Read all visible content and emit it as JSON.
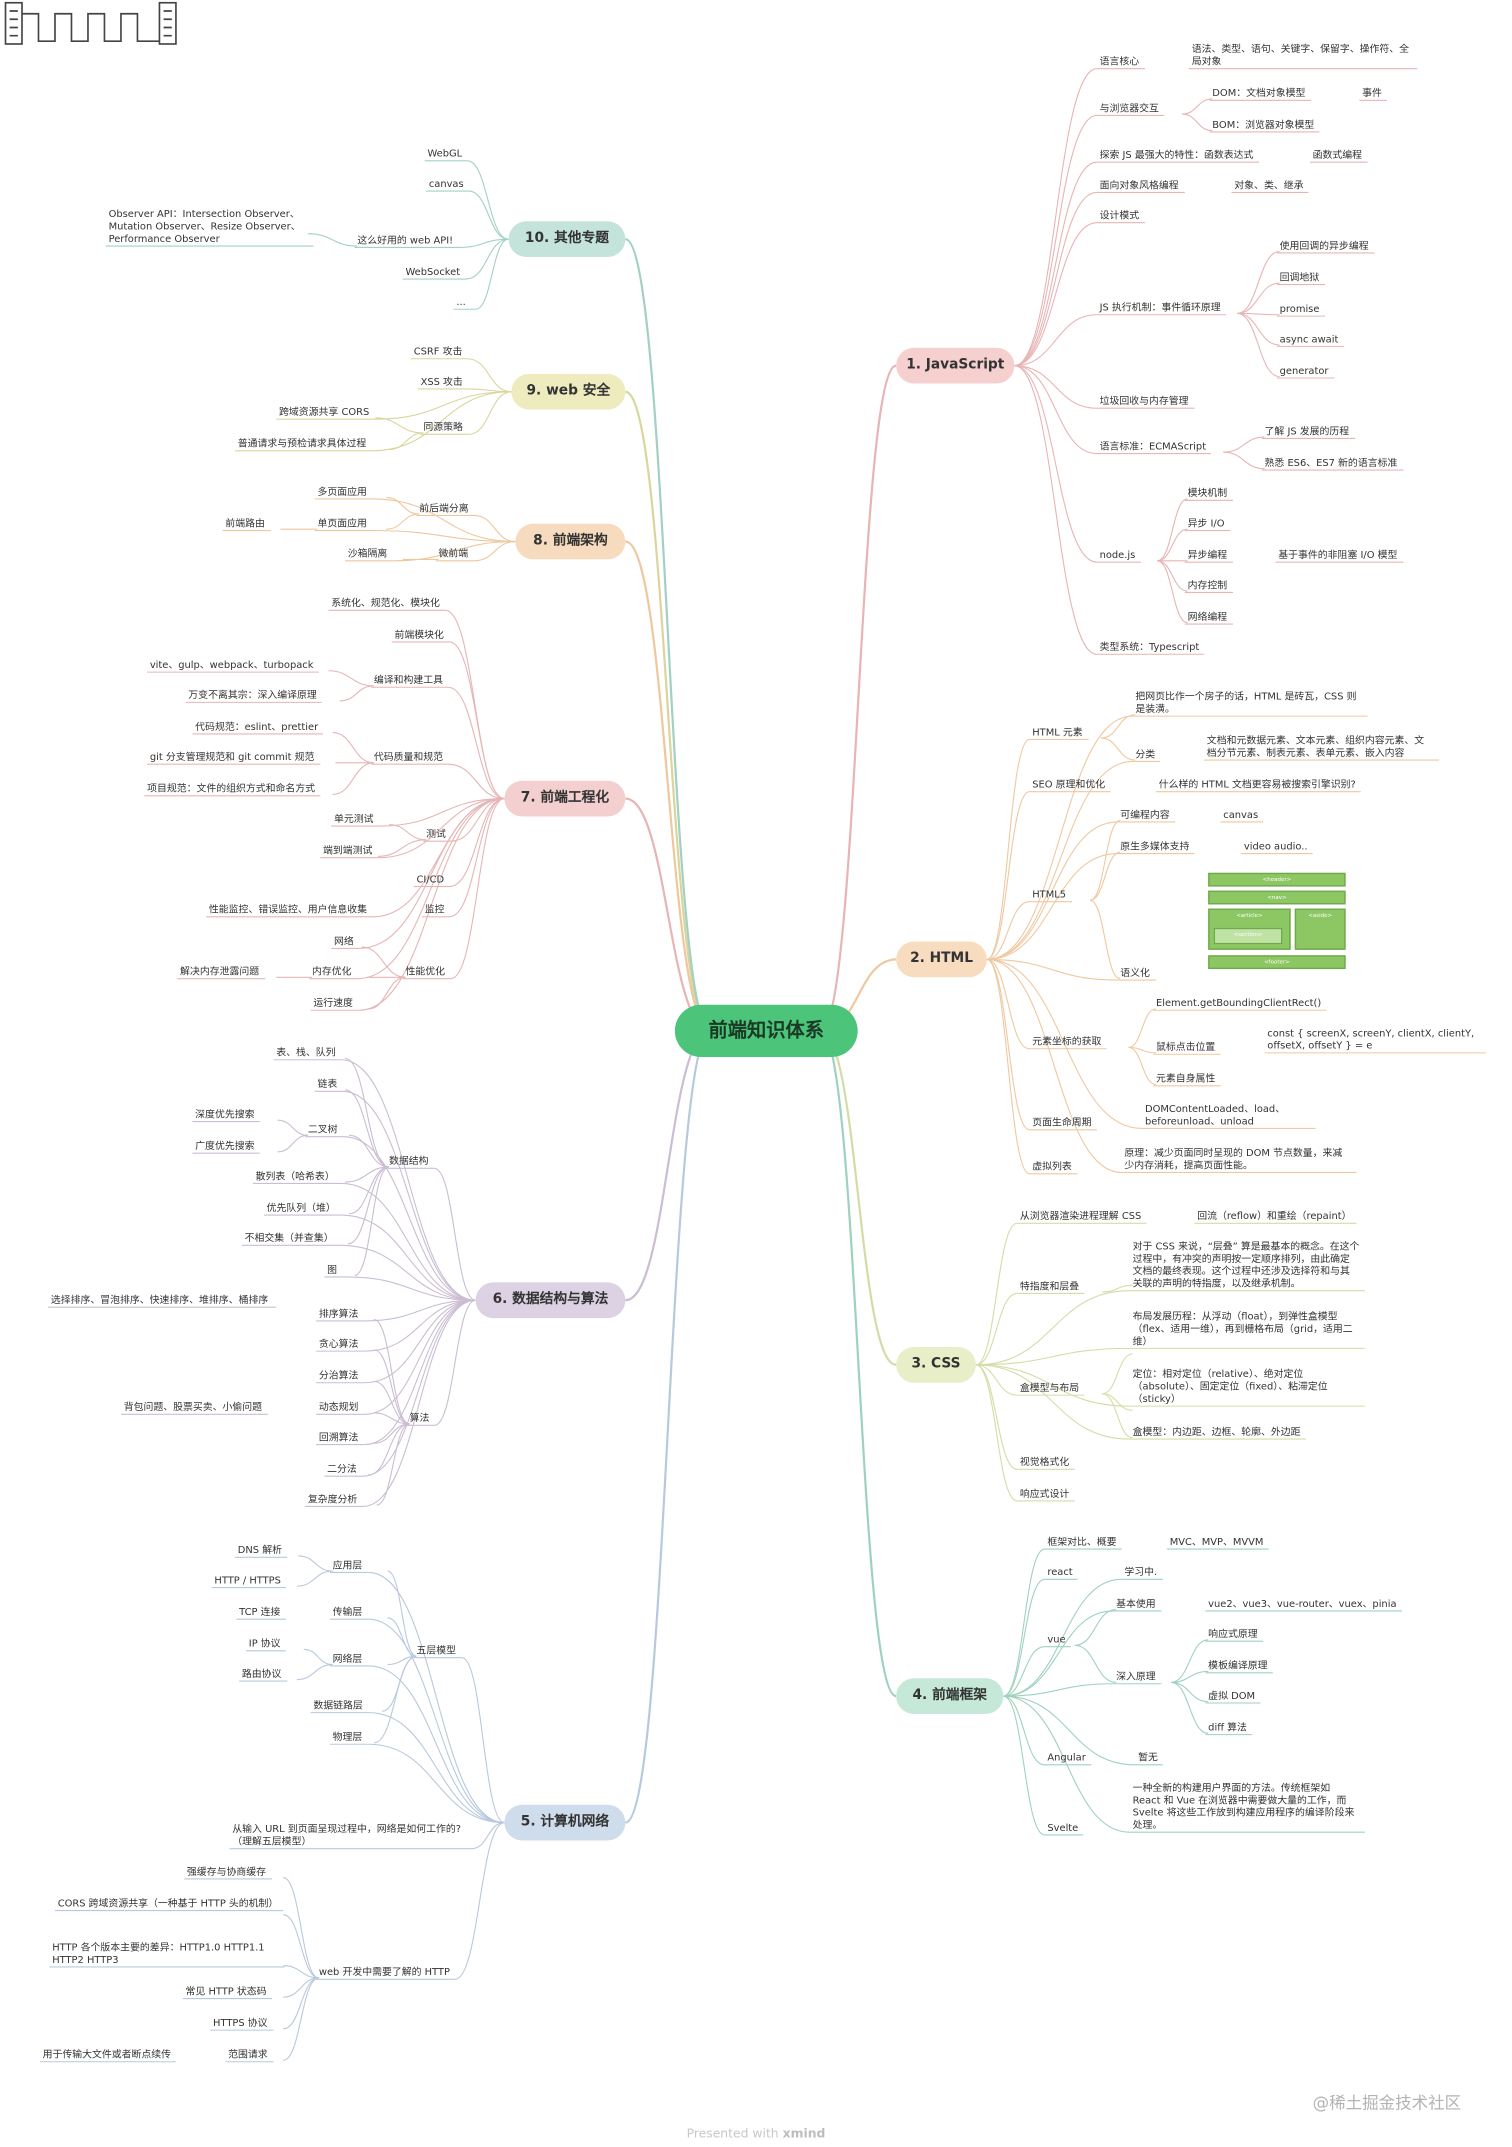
{
  "center": "前端知识体系",
  "branches": {
    "js": "1. JavaScript",
    "html": "2. HTML",
    "css": "3. CSS",
    "fw": "4. 前端框架",
    "net": "5. 计算机网络",
    "ds": "6. 数据结构与算法",
    "eng": "7. 前端工程化",
    "arch": "8. 前端架构",
    "sec": "9. web 安全",
    "other": "10. 其他专题"
  },
  "colors": {
    "js": "#f6cfcf",
    "html": "#f8dcc0",
    "css": "#e8eec8",
    "fw": "#c5e8d8",
    "net": "#cfdcec",
    "ds": "#ddd2e3",
    "eng": "#f3cfcf",
    "arch": "#f7dbbe",
    "sec": "#eeecbe",
    "other": "#c3e3db",
    "center": "#4cc47a"
  },
  "nodes": {
    "js_core": "语言核心",
    "js_core_d": "语法、类型、语句、关键字、保留字、操作符、全局对象",
    "js_browser": "与浏览器交互",
    "js_dom": "DOM：文档对象模型",
    "js_event": "事件",
    "js_bom": "BOM：浏览器对象模型",
    "js_explore": "探索 JS 最强大的特性：函数表达式",
    "js_fp": "函数式编程",
    "js_oop": "面向对象风格编程",
    "js_oop_d": "对象、类、继承",
    "js_dp": "设计模式",
    "js_loop": "JS 执行机制：事件循环原理",
    "js_cb": "使用回调的异步编程",
    "js_cbhell": "回调地狱",
    "js_promise": "promise",
    "js_async": "async await",
    "js_gen": "generator",
    "js_gc": "垃圾回收与内存管理",
    "js_std": "语言标准：ECMAScript",
    "js_hist": "了解 JS 发展的历程",
    "js_es6": "熟悉 ES6、ES7 新的语言标准",
    "js_node": "node.js",
    "js_mod": "模块机制",
    "js_io": "异步 I/O",
    "js_ap": "异步编程",
    "js_nio": "基于事件的非阻塞 I/O 模型",
    "js_mem": "内存控制",
    "js_net": "网络编程",
    "js_ts": "类型系统：Typescript",
    "h_el": "HTML 元素",
    "h_el_d": "把网页比作一个房子的话，HTML 是砖瓦，CSS 则是装潢。",
    "h_cat": "分类",
    "h_cat_d": "文档和元数据元素、文本元素、组织内容元素、文档分节元素、制表元素、表单元素、嵌入内容",
    "h_seo": "SEO 原理和优化",
    "h_seo_d": "什么样的 HTML 文档更容易被搜索引擎识别?",
    "h5": "HTML5",
    "h5_prog": "可编程内容",
    "h5_canvas": "canvas",
    "h5_media": "原生多媒体支持",
    "h5_av": "video audio..",
    "h5_sem": "语义化",
    "sem_header": "<header>",
    "sem_nav": "<nav>",
    "sem_article": "<article>",
    "sem_aside": "<aside>",
    "sem_section": "<section>",
    "sem_footer": "<footer>",
    "h_coord": "元素坐标的获取",
    "h_rect": "Element.getBoundingClientRect()",
    "h_mouse": "鼠标点击位置",
    "h_mouse_d": "const { screenX, screenY, clientX, clientY, offsetX, offsetY } = e",
    "h_self": "元素自身属性",
    "h_life": "页面生命周期",
    "h_life_d": "DOMContentLoaded、load、beforeunload、unload",
    "h_virt": "虚拟列表",
    "h_virt_d": "原理：减少页面同时呈现的 DOM 节点数量，来减少内存消耗，提高页面性能。",
    "c_render": "从浏览器渲染进程理解 CSS",
    "c_reflow": "回流（reflow）和重绘（repaint）",
    "c_spec": "特指度和层叠",
    "c_spec_d": "对于 CSS 来说，“层叠” 算是最基本的概念。在这个过程中，有冲突的声明按一定顺序排列，由此确定文档的最终表现。这个过程中还涉及选择符和与其关联的声明的特指度，以及继承机制。",
    "c_box": "盒模型与布局",
    "c_layout": "布局发展历程：从浮动（float），到弹性盒模型（flex、适用一维），再到栅格布局（grid，适用二维）",
    "c_pos": "定位：相对定位（relative）、绝对定位（absolute）、固定定位（fixed）、粘滞定位（sticky）",
    "c_boxm": "盒模型：内边距、边框、轮廓、外边距",
    "c_visual": "视觉格式化",
    "c_resp": "响应式设计",
    "f_cmp": "框架对比、概要",
    "f_mvc": "MVC、MVP、MVVM",
    "f_react": "react",
    "f_react_d": "学习中.",
    "f_vue": "vue",
    "f_basic": "基本使用",
    "f_basic_d": "vue2、vue3、vue-router、vuex、pinia",
    "f_deep": "深入原理",
    "f_resp": "响应式原理",
    "f_tpl": "模板编译原理",
    "f_vdom": "虚拟 DOM",
    "f_diff": "diff 算法",
    "f_ng": "Angular",
    "f_ng_d": "暂无",
    "f_svelte": "Svelte",
    "f_svelte_d": "一种全新的构建用户界面的方法。传统框架如 React 和 Vue 在浏览器中需要做大量的工作，而 Svelte 将这些工作放到构建应用程序的编译阶段来处理。",
    "n_dns": "DNS 解析",
    "n_app": "应用层",
    "n_http": "HTTP / HTTPS",
    "n_tcp": "TCP 连接",
    "n_trans": "传输层",
    "n_ip": "IP 协议",
    "n_netl": "网络层",
    "n_route": "路由协议",
    "n_link": "数据链路层",
    "n_phy": "物理层",
    "n_five": "五层模型",
    "n_url": "从输入 URL 到页面呈现过程中，网络是如何工作的? （理解五层模型）",
    "n_cache": "强缓存与协商缓存",
    "n_cors": "CORS 跨域资源共享（一种基于 HTTP 头的机制）",
    "n_ver": "HTTP 各个版本主要的差异：HTTP1.0 HTTP1.1 HTTP2 HTTP3",
    "n_code": "常见 HTTP 状态码",
    "n_https": "HTTPS 协议",
    "n_range": "范围请求",
    "n_range_d": "用于传输大文件或者断点续传",
    "n_dev": "web 开发中需要了解的 HTTP",
    "d_tsq": "表、栈、队列",
    "d_list": "链表",
    "d_dfs": "深度优先搜索",
    "d_bfs": "广度优先搜索",
    "d_tree": "二叉树",
    "d_hash": "散列表（哈希表）",
    "d_pq": "优先队列（堆）",
    "d_uf": "不相交集（并查集）",
    "d_graph": "图",
    "d_ds": "数据结构",
    "d_sort_d": "选择排序、冒泡排序、快速排序、堆排序、桶排序",
    "d_sort": "排序算法",
    "d_greedy": "贪心算法",
    "d_dc": "分治算法",
    "d_dp_d": "背包问题、股票买卖、小偷问题",
    "d_dp": "动态规划",
    "d_bt": "回溯算法",
    "d_bs": "二分法",
    "d_cx": "复杂度分析",
    "d_algo": "算法",
    "e_sys": "系统化、规范化、模块化",
    "e_mod": "前端模块化",
    "e_tools_d": "vite、gulp、webpack、turbopack",
    "e_compile": "万变不离其宗：深入编译原理",
    "e_tools": "编译和构建工具",
    "e_lint": "代码规范：eslint、prettier",
    "e_git": "git 分支管理规范和 git commit 规范",
    "e_proj": "项目规范：文件的组织方式和命名方式",
    "e_quality": "代码质量和规范",
    "e_unit": "单元测试",
    "e_e2e": "端到端测试",
    "e_test": "测试",
    "e_cicd": "CI/CD",
    "e_mon_d": "性能监控、错误监控、用户信息收集",
    "e_mon": "监控",
    "e_net": "网络",
    "e_leak": "解决内存泄露问题",
    "e_memopt": "内存优化",
    "e_perf": "性能优化",
    "e_speed": "运行速度",
    "a_mpa": "多页面应用",
    "a_sep": "前后端分离",
    "a_route": "前端路由",
    "a_spa": "单页面应用",
    "a_sandbox": "沙箱隔离",
    "a_micro": "微前端",
    "s_csrf": "CSRF 攻击",
    "s_xss": "XSS 攻击",
    "s_cors": "跨域资源共享 CORS",
    "s_sop": "同源策略",
    "s_pre": "普通请求与预检请求具体过程",
    "o_webgl": "WebGL",
    "o_canvas": "canvas",
    "o_obs": "Observer API：Intersection Observer、Mutation Observer、Resize Observer、Performance Observer",
    "o_api": "这么好用的 web API!",
    "o_ws": "WebSocket",
    "o_more": "..."
  },
  "watermark": "@稀土掘金技术社区",
  "footer_prefix": "Presented with ",
  "footer_brand": "xmind"
}
